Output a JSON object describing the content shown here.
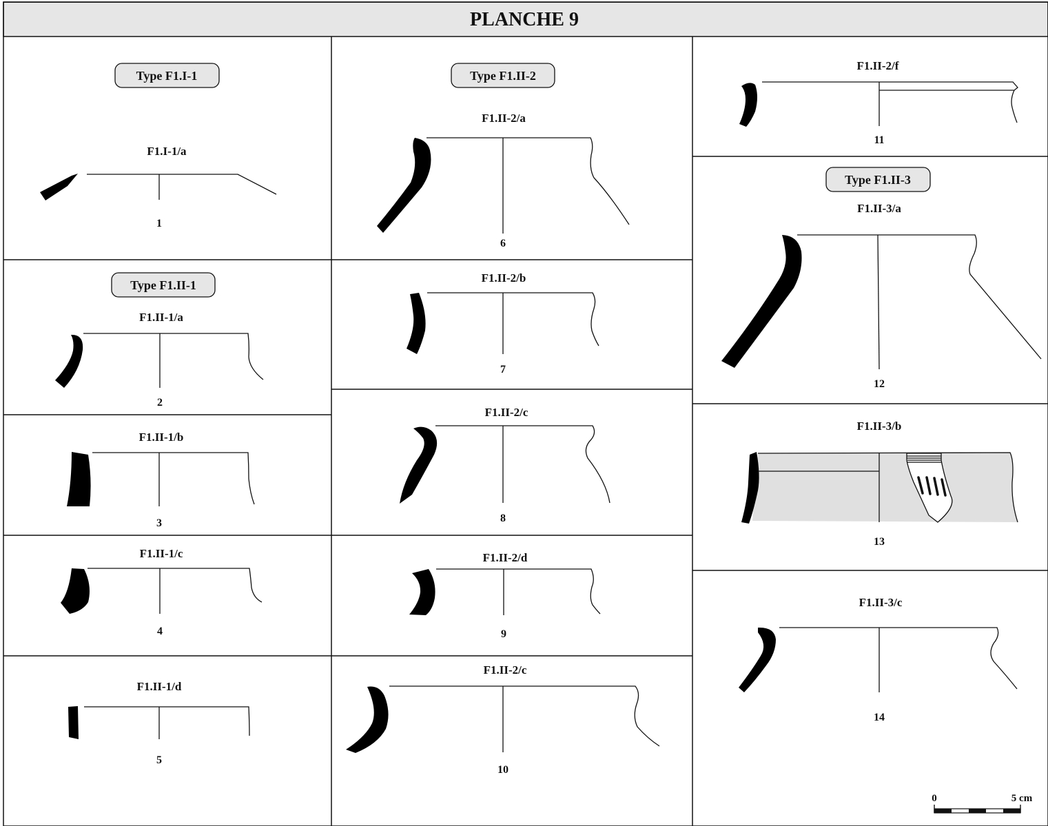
{
  "plate_title": "PLANCHE 9",
  "type_labels": {
    "f1_i_1": "Type F1.I-1",
    "f1_ii_1": "Type F1.II-1",
    "f1_ii_2": "Type F1.II-2",
    "f1_ii_3": "Type F1.II-3"
  },
  "vessels": [
    {
      "num": "1",
      "code": "F1.I-1/a"
    },
    {
      "num": "2",
      "code": "F1.II-1/a"
    },
    {
      "num": "3",
      "code": "F1.II-1/b"
    },
    {
      "num": "4",
      "code": "F1.II-1/c"
    },
    {
      "num": "5",
      "code": "F1.II-1/d"
    },
    {
      "num": "6",
      "code": "F1.II-2/a"
    },
    {
      "num": "7",
      "code": "F1.II-2/b"
    },
    {
      "num": "8",
      "code": "F1.II-2/c"
    },
    {
      "num": "9",
      "code": "F1.II-2/d"
    },
    {
      "num": "10",
      "code": "F1.II-2/c"
    },
    {
      "num": "11",
      "code": "F1.II-2/f"
    },
    {
      "num": "12",
      "code": "F1.II-3/a"
    },
    {
      "num": "13",
      "code": "F1.II-3/b"
    },
    {
      "num": "14",
      "code": "F1.II-3/c"
    }
  ],
  "scale_bar": {
    "start_label": "0",
    "end_label": "5 cm"
  },
  "colors": {
    "section_fill": "#000000",
    "shaded_fill": "#e0e0e0",
    "title_band": "#e6e6e6",
    "line": "#111111"
  }
}
